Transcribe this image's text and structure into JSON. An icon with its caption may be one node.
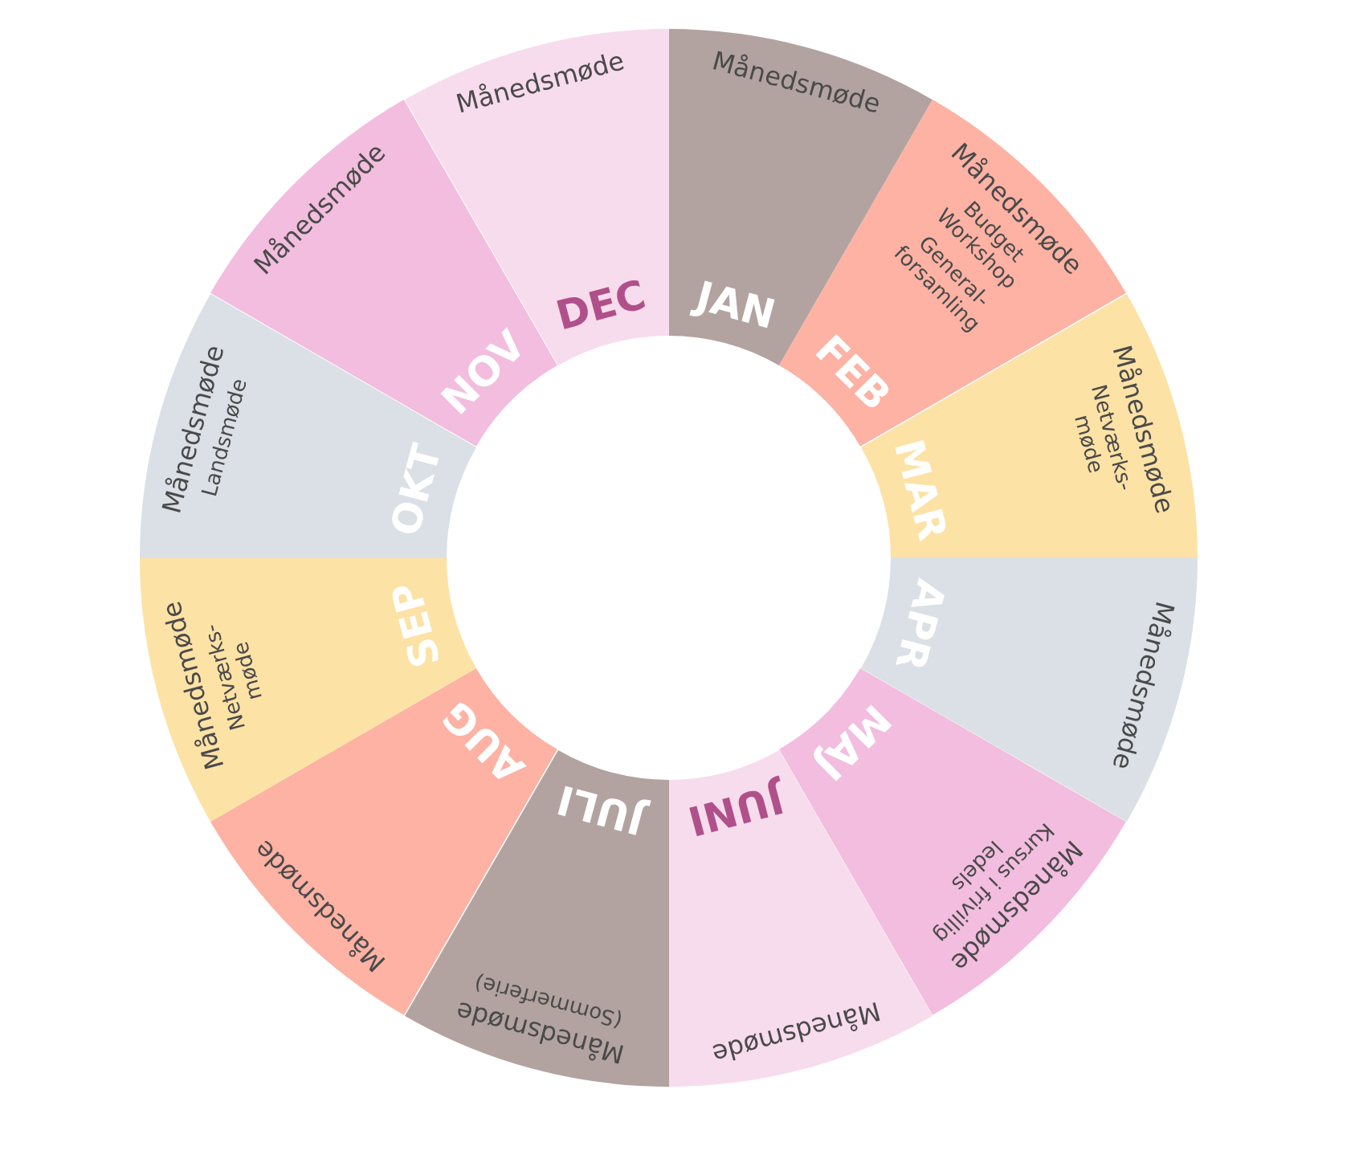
{
  "diagram": {
    "nodes": [
      {
        "text": [
          "JAN",
          "Månedsmøde"
        ]
      },
      {
        "text": [
          "FEB",
          "Månedsmøde",
          "Budget Workshop",
          "General- forsamling"
        ]
      },
      {
        "text": [
          "MAR",
          "Månedsmøde",
          "Netværks- møde"
        ]
      },
      {
        "text": [
          "APR",
          "Månedsmøde"
        ]
      },
      {
        "text": [
          "MAJ",
          "Månedsmøde",
          "Kursus i frivillig ledels"
        ]
      },
      {
        "text": [
          "JUNI",
          "Månedsmøde"
        ]
      },
      {
        "text": [
          "JULI",
          "Månedsmøde",
          "(Sommerferie)"
        ]
      },
      {
        "text": [
          "AUG",
          "Månedsmøde"
        ]
      },
      {
        "text": [
          "SEP",
          "Månedsmøde",
          "Netværks- møde"
        ]
      },
      {
        "text": [
          "OKT",
          "Månedsmøde",
          "Landsmøde"
        ]
      },
      {
        "text": [
          "NOV",
          "Månedsmøde"
        ]
      },
      {
        "text": [
          "DEC",
          "Månedsmøde"
        ]
      }
    ],
    "edges": []
  }
}
